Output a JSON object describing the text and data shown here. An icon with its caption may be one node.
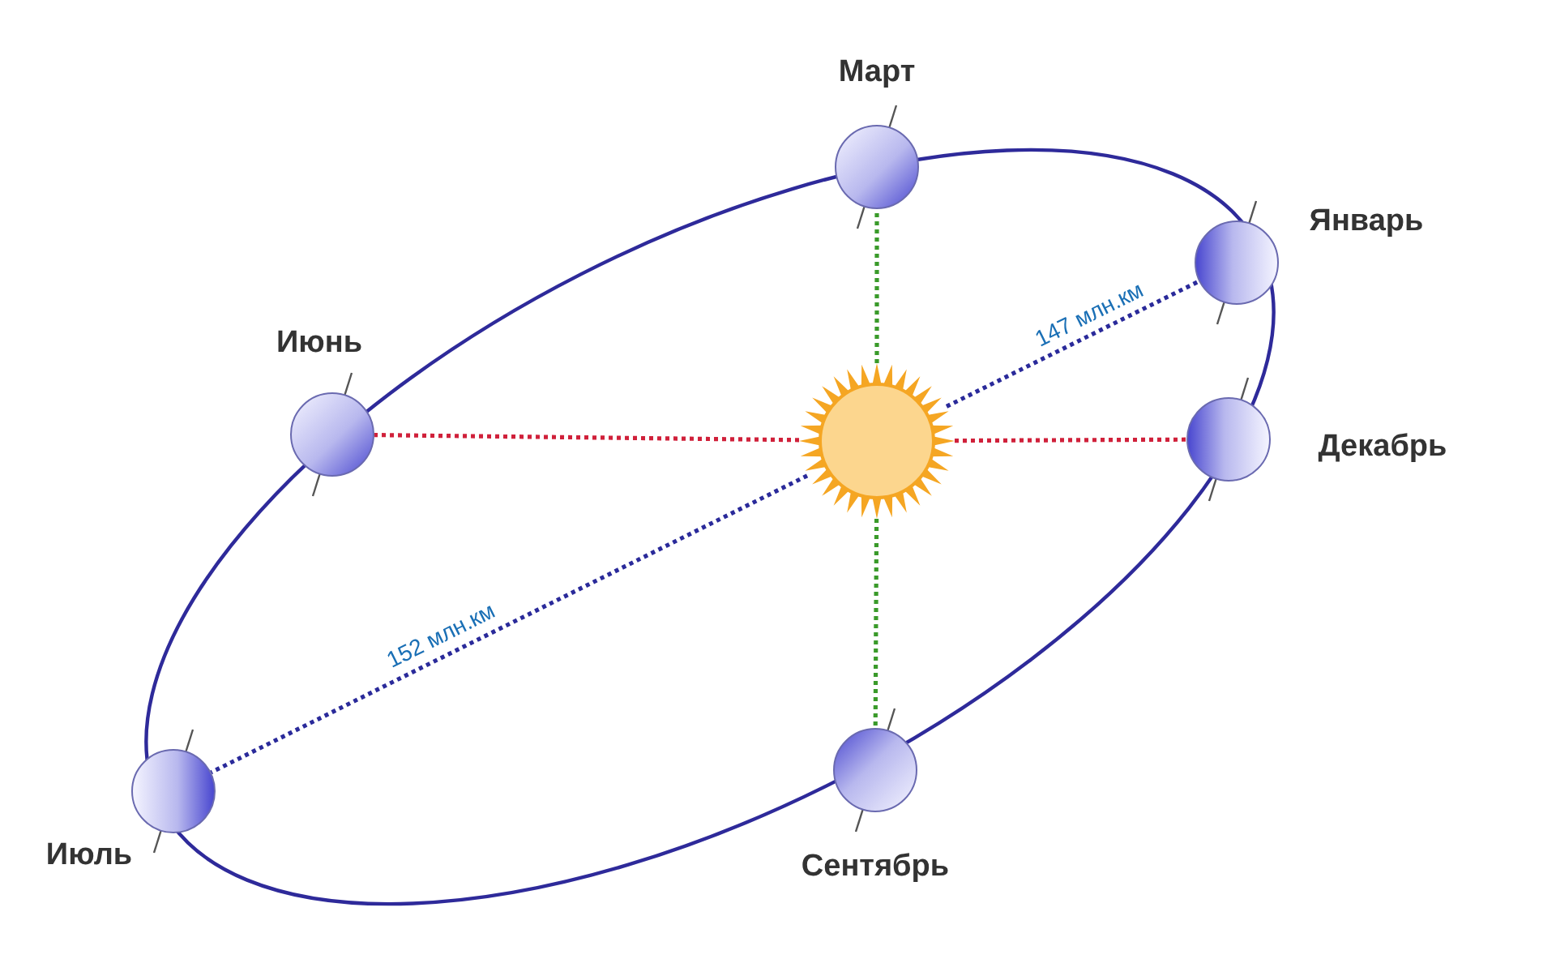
{
  "diagram": {
    "nodes": [
      {
        "text": [],
        "shape": "circle",
        "beside": [
          "Март"
        ]
      },
      {
        "text": [],
        "shape": "circle",
        "beside": [
          "Январь"
        ]
      },
      {
        "text": [],
        "shape": "circle",
        "beside": [
          "Июнь"
        ]
      },
      {
        "text": [],
        "shape": "picture"
      },
      {
        "text": [],
        "shape": "circle",
        "beside": [
          "Декабрь"
        ]
      },
      {
        "text": [],
        "shape": "circle",
        "beside": [
          "Июль"
        ]
      },
      {
        "text": [],
        "shape": "circle",
        "beside": [
          "Сентябрь"
        ]
      }
    ],
    "edges": [
      {
        "from": 3,
        "to": 0,
        "arrow": "none",
        "style": "dashed",
        "color": "#3a9a2a"
      },
      {
        "from": 3,
        "to": 6,
        "arrow": "none",
        "style": "dashed",
        "color": "#3a9a2a"
      },
      {
        "from": 3,
        "to": 2,
        "arrow": "none",
        "style": "dashed",
        "color": "#d0203a"
      },
      {
        "from": 3,
        "to": 4,
        "arrow": "none",
        "style": "dashed",
        "color": "#d0203a"
      },
      {
        "from": 3,
        "to": 1,
        "arrow": "none",
        "style": "dashed",
        "color": "#2a2a9a",
        "label": "147 млн.км"
      },
      {
        "from": 3,
        "to": 5,
        "arrow": "none",
        "style": "dashed",
        "color": "#2a2a9a",
        "label": "152 млн.км"
      }
    ]
  }
}
